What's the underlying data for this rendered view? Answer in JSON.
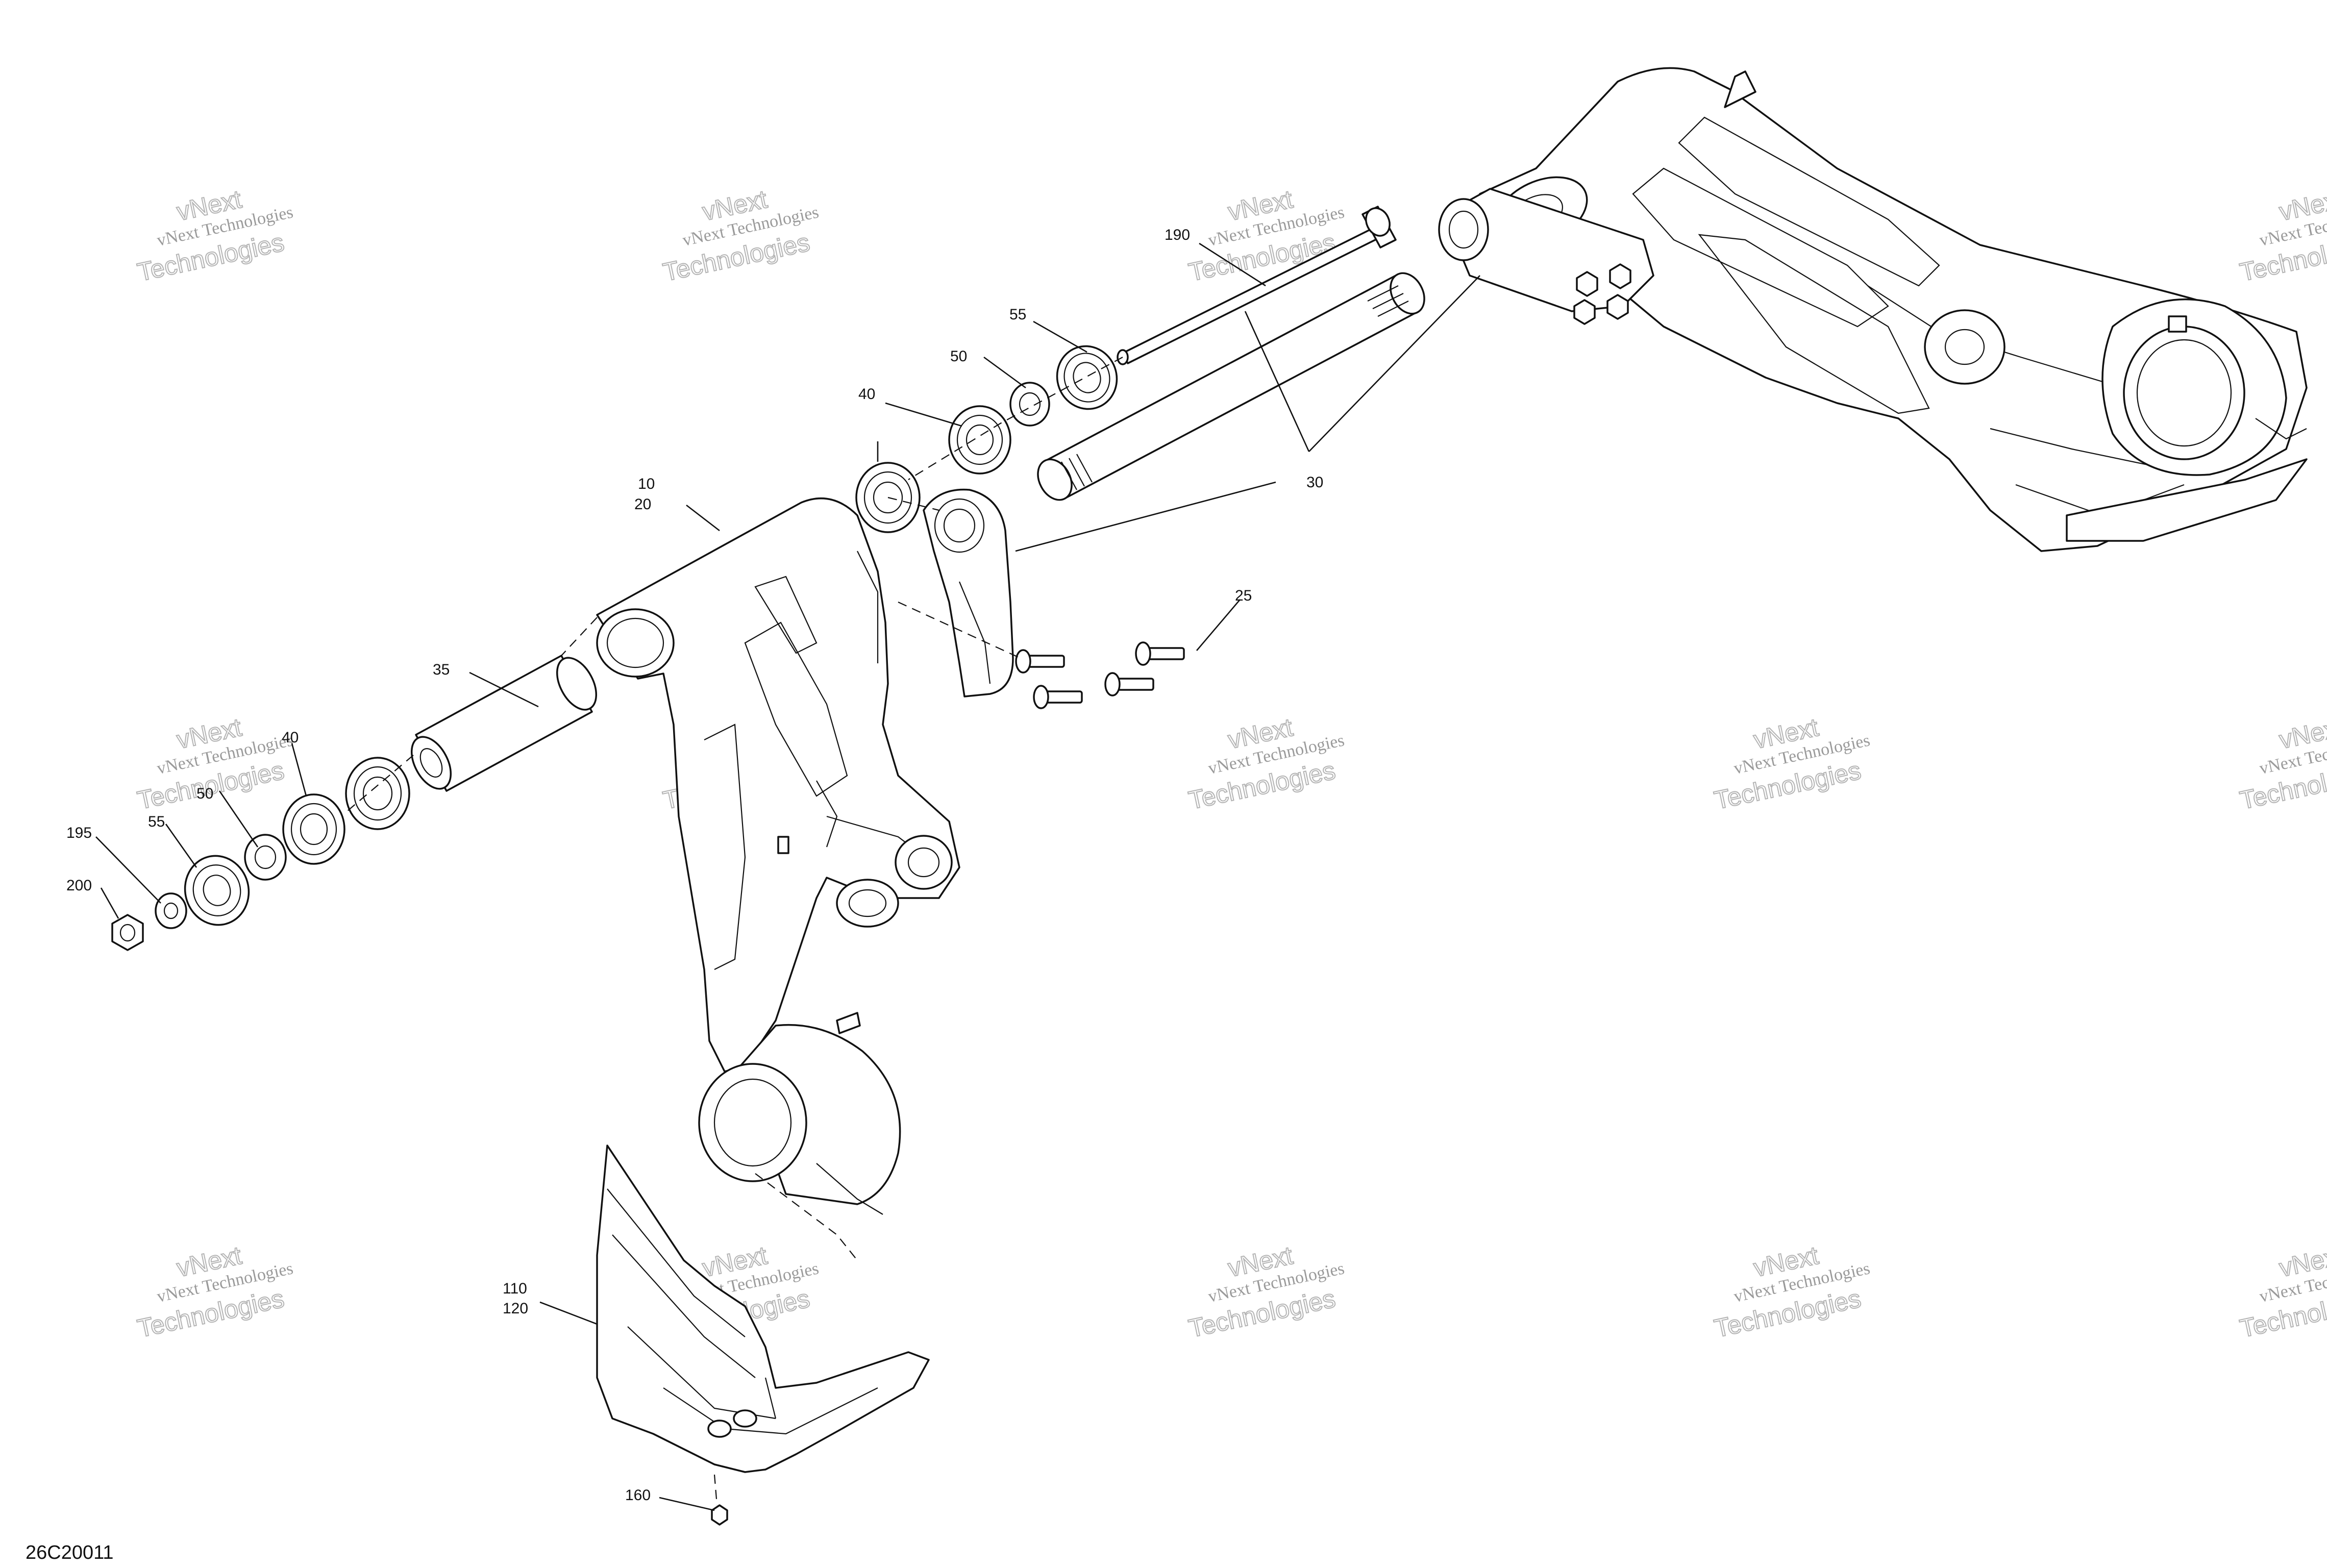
{
  "drawing": {
    "id": "26C20011",
    "watermark": {
      "word_top": "vNext",
      "line_small": "vNext Technologies",
      "line_large": "Technologies"
    }
  },
  "callouts": [
    {
      "id": "c190",
      "label": "190"
    },
    {
      "id": "c55a",
      "label": "55"
    },
    {
      "id": "c50a",
      "label": "50"
    },
    {
      "id": "c40a",
      "label": "40"
    },
    {
      "id": "c10",
      "label": "10"
    },
    {
      "id": "c20",
      "label": "20"
    },
    {
      "id": "c30",
      "label": "30"
    },
    {
      "id": "c25",
      "label": "25"
    },
    {
      "id": "c35",
      "label": "35"
    },
    {
      "id": "c40b",
      "label": "40"
    },
    {
      "id": "c50b",
      "label": "50"
    },
    {
      "id": "c55b",
      "label": "55"
    },
    {
      "id": "c195",
      "label": "195"
    },
    {
      "id": "c200",
      "label": "200"
    },
    {
      "id": "c110",
      "label": "110"
    },
    {
      "id": "c120",
      "label": "120"
    },
    {
      "id": "c160",
      "label": "160"
    }
  ]
}
